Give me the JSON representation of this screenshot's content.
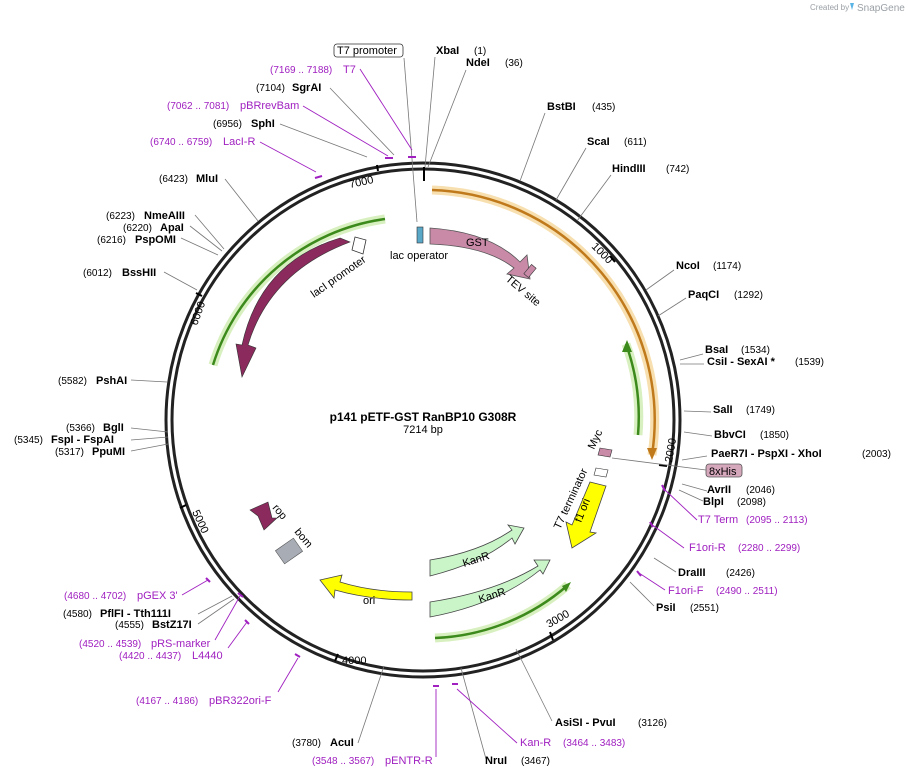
{
  "watermark": {
    "created_by": "Created by",
    "brand": "SnapGene"
  },
  "map": {
    "title": "p141 pETF-GST RanBP10 G308R",
    "length": "7214 bp"
  },
  "ticks": [
    "1000",
    "2000",
    "3000",
    "4000",
    "5000",
    "6000",
    "7000"
  ],
  "enzymes": [
    {
      "name": "XbaI",
      "pos": "(1)"
    },
    {
      "name": "NdeI",
      "pos": "(36)"
    },
    {
      "name": "BstBI",
      "pos": "(435)"
    },
    {
      "name": "ScaI",
      "pos": "(611)"
    },
    {
      "name": "HindIII",
      "pos": "(742)"
    },
    {
      "name": "NcoI",
      "pos": "(1174)"
    },
    {
      "name": "PaqCI",
      "pos": "(1292)"
    },
    {
      "name": "BsaI",
      "pos": "(1534)"
    },
    {
      "name": "CsiI - SexAI *",
      "pos": "(1539)"
    },
    {
      "name": "SalI",
      "pos": "(1749)"
    },
    {
      "name": "BbvCI",
      "pos": "(1850)"
    },
    {
      "name": "PaeR7I - PspXI - XhoI",
      "pos": "(2003)"
    },
    {
      "name": "AvrII",
      "pos": "(2046)"
    },
    {
      "name": "BlpI",
      "pos": "(2098)"
    },
    {
      "name": "DraIII",
      "pos": "(2426)"
    },
    {
      "name": "PsiI",
      "pos": "(2551)"
    },
    {
      "name": "AsiSI - PvuI",
      "pos": "(3126)"
    },
    {
      "name": "NruI",
      "pos": "(3467)"
    },
    {
      "name": "AcuI",
      "pos": "(3780)"
    },
    {
      "name": "BstZ17I",
      "pos": "(4555)"
    },
    {
      "name": "PflFI - Tth111I",
      "pos": "(4580)"
    },
    {
      "name": "PpuMI",
      "pos": "(5317)"
    },
    {
      "name": "FspI - FspAI",
      "pos": "(5345)"
    },
    {
      "name": "BglI",
      "pos": "(5366)"
    },
    {
      "name": "PshAI",
      "pos": "(5582)"
    },
    {
      "name": "BssHII",
      "pos": "(6012)"
    },
    {
      "name": "PspOMI",
      "pos": "(6216)"
    },
    {
      "name": "ApaI",
      "pos": "(6220)"
    },
    {
      "name": "NmeAIII",
      "pos": "(6223)"
    },
    {
      "name": "MluI",
      "pos": "(6423)"
    },
    {
      "name": "SphI",
      "pos": "(6956)"
    },
    {
      "name": "SgrAI",
      "pos": "(7104)"
    }
  ],
  "primers": [
    {
      "name": "T7",
      "range": "(7169 .. 7188)"
    },
    {
      "name": "pBRrevBam",
      "range": "(7062 .. 7081)"
    },
    {
      "name": "LacI-R",
      "range": "(6740 .. 6759)"
    },
    {
      "name": "T7 Term",
      "range": "(2095 .. 2113)"
    },
    {
      "name": "F1ori-R",
      "range": "(2280 .. 2299)"
    },
    {
      "name": "F1ori-F",
      "range": "(2490 .. 2511)"
    },
    {
      "name": "Kan-R",
      "range": "(3464 .. 3483)"
    },
    {
      "name": "pENTR-R",
      "range": "(3548 .. 3567)"
    },
    {
      "name": "pBR322ori-F",
      "range": "(4167 .. 4186)"
    },
    {
      "name": "L4440",
      "range": "(4420 .. 4437)"
    },
    {
      "name": "pRS-marker",
      "range": "(4520 .. 4539)"
    },
    {
      "name": "pGEX 3'",
      "range": "(4680 .. 4702)"
    }
  ],
  "features": {
    "t7_promoter": "T7 promoter",
    "lac_operator": "lac operator",
    "gst": "GST",
    "tev": "TEV site",
    "laci": "lacI",
    "laci_promoter": "lacI promoter",
    "myc": "Myc",
    "his": "8xHis",
    "t7_terminator": "T7 terminator",
    "f1_ori": "f1 ori",
    "kanr": "KanR",
    "ori": "ori",
    "rop": "rop",
    "bom": "bom"
  },
  "colors": {
    "gst": "#c98aa8",
    "laci": "#8b2a5c",
    "kanr": "#c9f5c9",
    "ori_f1": "#ffff00",
    "primer": "#a020c0",
    "orf_orange": "#e8a040",
    "orf_green": "#3d8a1c"
  }
}
